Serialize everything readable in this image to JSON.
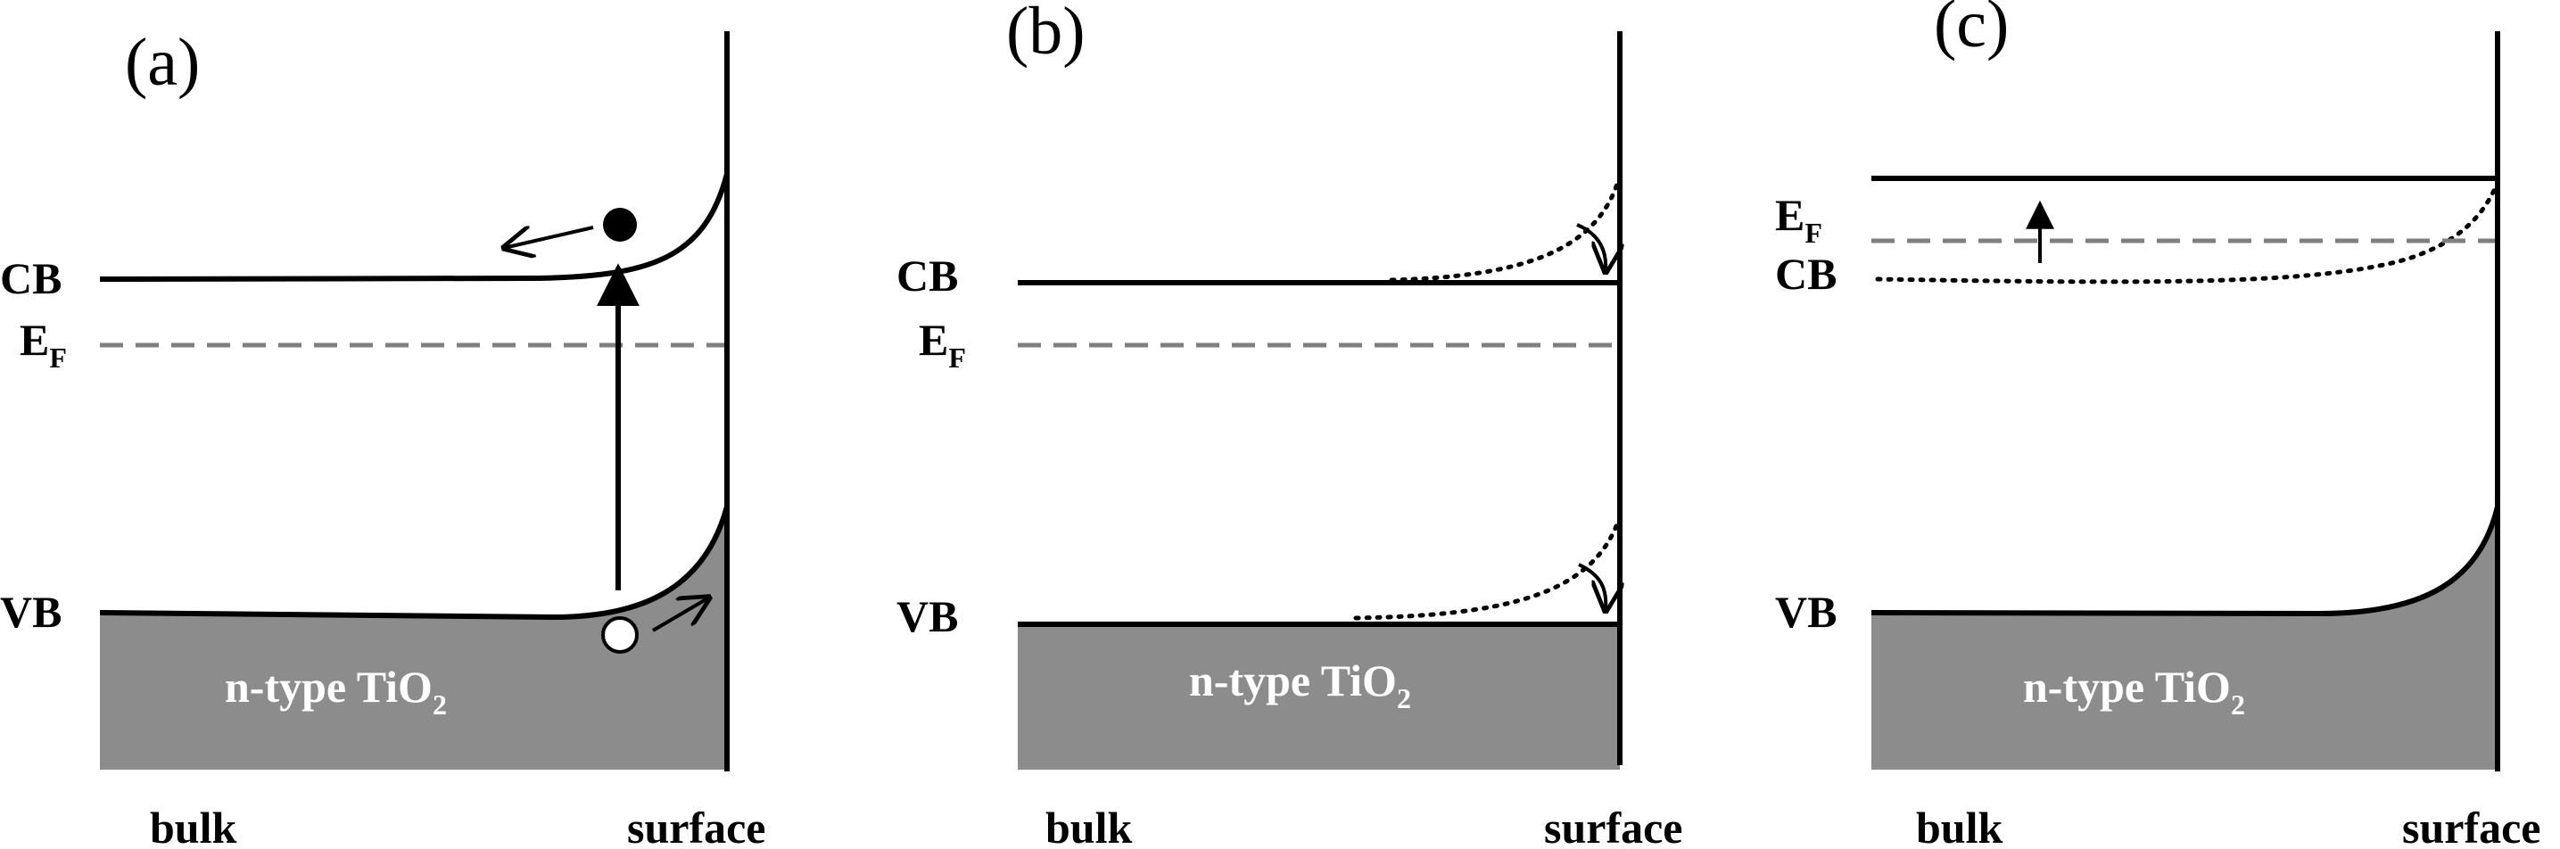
{
  "panels": [
    {
      "label": "(a)",
      "cb_label": "CB",
      "vb_label": "VB",
      "ef_label": "E",
      "ef_sub": "F",
      "material": "n-type TiO",
      "material_sub": "2",
      "bulk_label": "bulk",
      "surface_label": "surface"
    },
    {
      "label": "(b)",
      "cb_label": "CB",
      "vb_label": "VB",
      "ef_label": "E",
      "ef_sub": "F",
      "material": "n-type TiO",
      "material_sub": "2",
      "bulk_label": "bulk",
      "surface_label": "surface"
    },
    {
      "label": "(c)",
      "cb_label": "CB",
      "vb_label": "VB",
      "ef_label": "E",
      "ef_sub": "F",
      "material": "n-type TiO",
      "material_sub": "2",
      "bulk_label": "bulk",
      "surface_label": "surface"
    }
  ],
  "colors": {
    "line": "#000000",
    "fill": "#8c8c8c",
    "fermi": "#7f7f7f",
    "background": "#ffffff"
  }
}
